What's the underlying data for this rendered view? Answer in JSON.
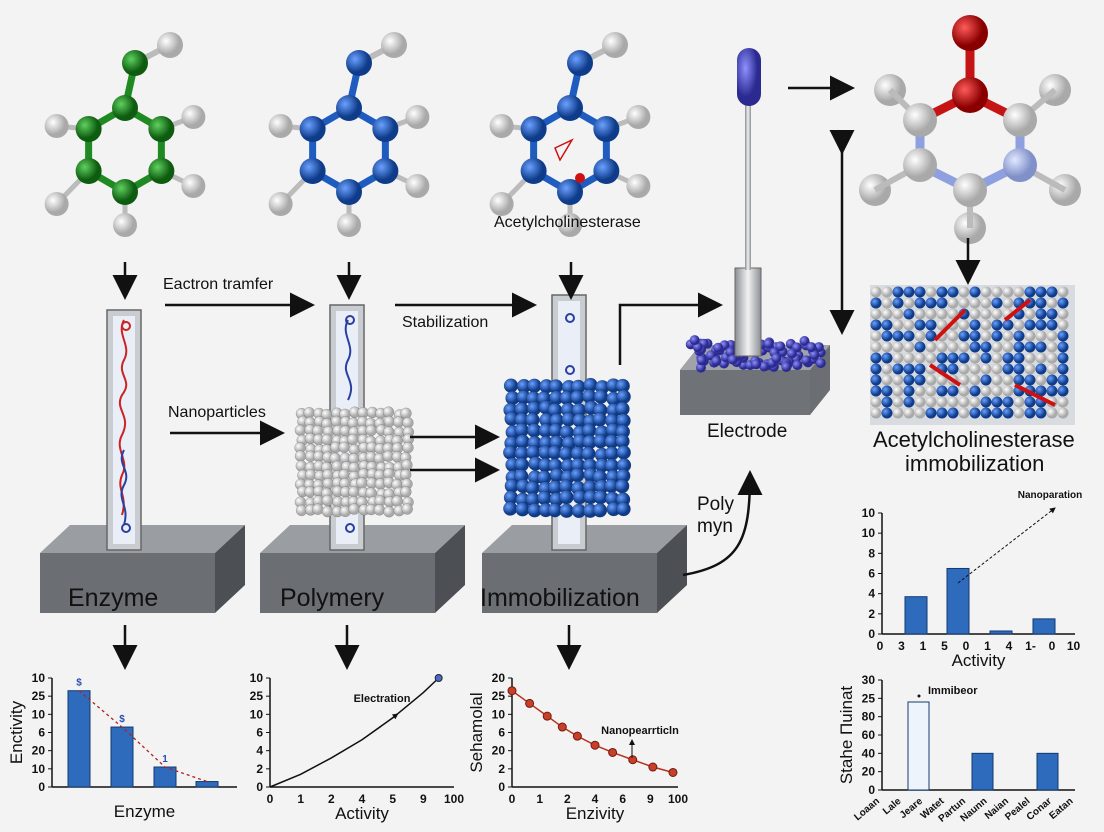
{
  "colors": {
    "green": "#1f8a22",
    "blue": "#1f5cc0",
    "red": "#c41414",
    "gray_block": "#6b6e72",
    "bar": "#2f6bbd",
    "curve_red": "#b83220"
  },
  "labels": {
    "electron_transfer": "Eactron tramfer",
    "stabilization": "Stabilization",
    "nanoparticles": "Nanoparticles",
    "acetylcholinesterase": "Acetylcholinesterase",
    "electrode": "Electrode",
    "ache_immobilization_1": "Acetylcholinesterase",
    "ache_immobilization_2": "immobilization",
    "poly_1": "Poly",
    "poly_2": "myn",
    "block_enzyme": "Enzyme",
    "block_polymery": "Polymery",
    "block_immobilization": "Immobilization"
  },
  "chart_data": [
    {
      "type": "bar",
      "xlabel": "Enzyme",
      "ylabel": "Enctivity",
      "yticks": [
        "0",
        "10",
        "20",
        "6",
        "10",
        "25",
        "10"
      ],
      "values": [
        5.3,
        3.3,
        1.1,
        0.3
      ],
      "point_labels": [
        "$",
        "$",
        "1",
        ""
      ],
      "trend": "dashed-red"
    },
    {
      "type": "line",
      "xlabel": "Activity",
      "ylabel": "",
      "yticks": [
        "0",
        "2",
        "4",
        "6",
        "10",
        "25",
        "10"
      ],
      "xticks": [
        "0",
        "1",
        "2",
        "4",
        "5",
        "9",
        "100"
      ],
      "annotation": "Electration",
      "x": [
        0,
        1,
        2,
        3,
        4,
        5,
        5.5
      ],
      "y": [
        0,
        0.7,
        1.6,
        2.6,
        3.8,
        5.2,
        6
      ]
    },
    {
      "type": "line",
      "xlabel": "Enzivity",
      "ylabel": "Sehamolal",
      "yticks": [
        "0",
        "2",
        "20",
        "6",
        "10",
        "25",
        "20"
      ],
      "xticks": [
        "0",
        "1",
        "2",
        "4",
        "6",
        "9",
        "100"
      ],
      "annotation": "Nanopearrticln",
      "x": [
        0,
        0.7,
        1.4,
        2,
        2.6,
        3.3,
        4,
        4.8,
        5.6,
        6.4
      ],
      "y": [
        5.3,
        4.6,
        3.9,
        3.3,
        2.8,
        2.3,
        1.9,
        1.5,
        1.1,
        0.8
      ]
    },
    {
      "type": "bar",
      "xlabel": "Activity",
      "ylabel": "",
      "yticks": [
        "0",
        "2",
        "4",
        "6",
        "8",
        "10",
        "10"
      ],
      "xticks": [
        "0",
        "3",
        "1",
        "5",
        "0",
        "1",
        "4",
        "1-",
        "0",
        "10"
      ],
      "annotation": "Nanoparation",
      "values": [
        3.7,
        6.5,
        0.3,
        1.5
      ]
    },
    {
      "type": "bar",
      "xlabel": "",
      "ylabel": "Stahe Πuinat",
      "yticks": [
        "0",
        "20",
        "40",
        "60",
        "80",
        "25",
        "30"
      ],
      "xticks": [
        "Loaan",
        "Lale",
        "Jeare",
        "Watet",
        "Partun",
        "Naunn",
        "Naian",
        "Pealel",
        "Conar",
        "Eatan"
      ],
      "annotation": "Immibeor",
      "values": [
        24,
        10,
        10
      ],
      "bar_fills": [
        "#eef4fb",
        "#2f6bbd",
        "#2f6bbd"
      ]
    }
  ]
}
